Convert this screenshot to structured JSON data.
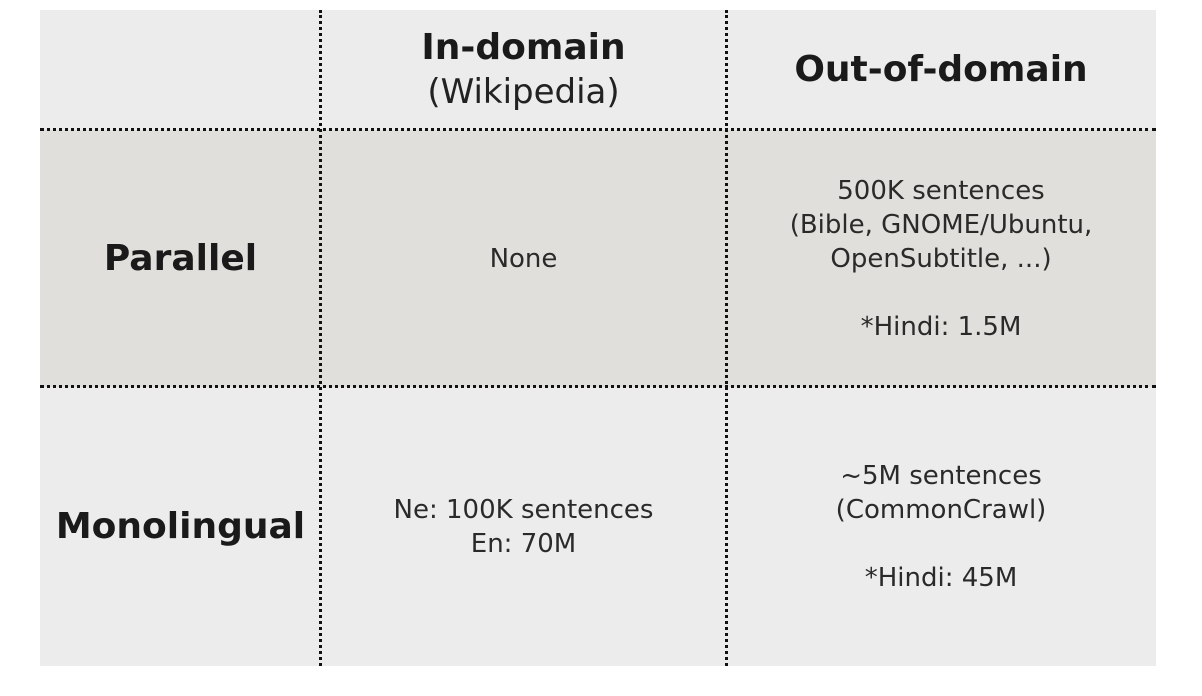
{
  "header": {
    "in_domain_title": "In-domain",
    "in_domain_subtitle": "(Wikipedia)",
    "out_domain_title": "Out-of-domain"
  },
  "rows": [
    {
      "label": "Parallel",
      "in_domain": [
        "None"
      ],
      "out_domain": [
        "500K sentences",
        "(Bible, GNOME/Ubuntu,",
        "OpenSubtitle, ...)",
        "",
        "*Hindi: 1.5M"
      ]
    },
    {
      "label": "Monolingual",
      "in_domain": [
        "Ne: 100K sentences",
        "En: 70M"
      ],
      "out_domain": [
        "~5M sentences",
        "(CommonCrawl)",
        "",
        "*Hindi: 45M"
      ]
    }
  ]
}
